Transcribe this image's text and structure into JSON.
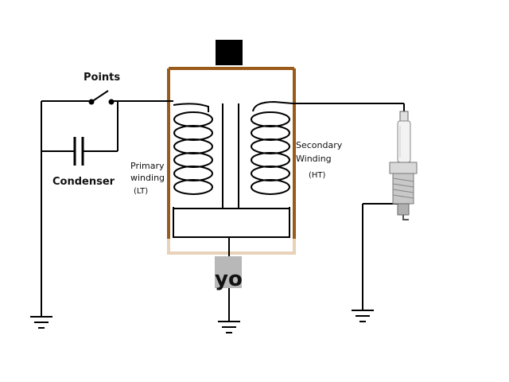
{
  "labels": {
    "points": "Points",
    "condenser": "Condenser",
    "primary_line1": "Primary",
    "primary_line2": "winding",
    "primary_line3": "(LT)",
    "secondary_line1": "Secondary",
    "secondary_line2": "Winding",
    "secondary_line3": "(HT)",
    "watermark": "yo"
  },
  "colors": {
    "wire": "#000000",
    "coil_box": "#9a5b1a",
    "coil_box_fade": "#e8d2b8",
    "terminal": "#000000",
    "base_block": "#b8b8b8"
  }
}
